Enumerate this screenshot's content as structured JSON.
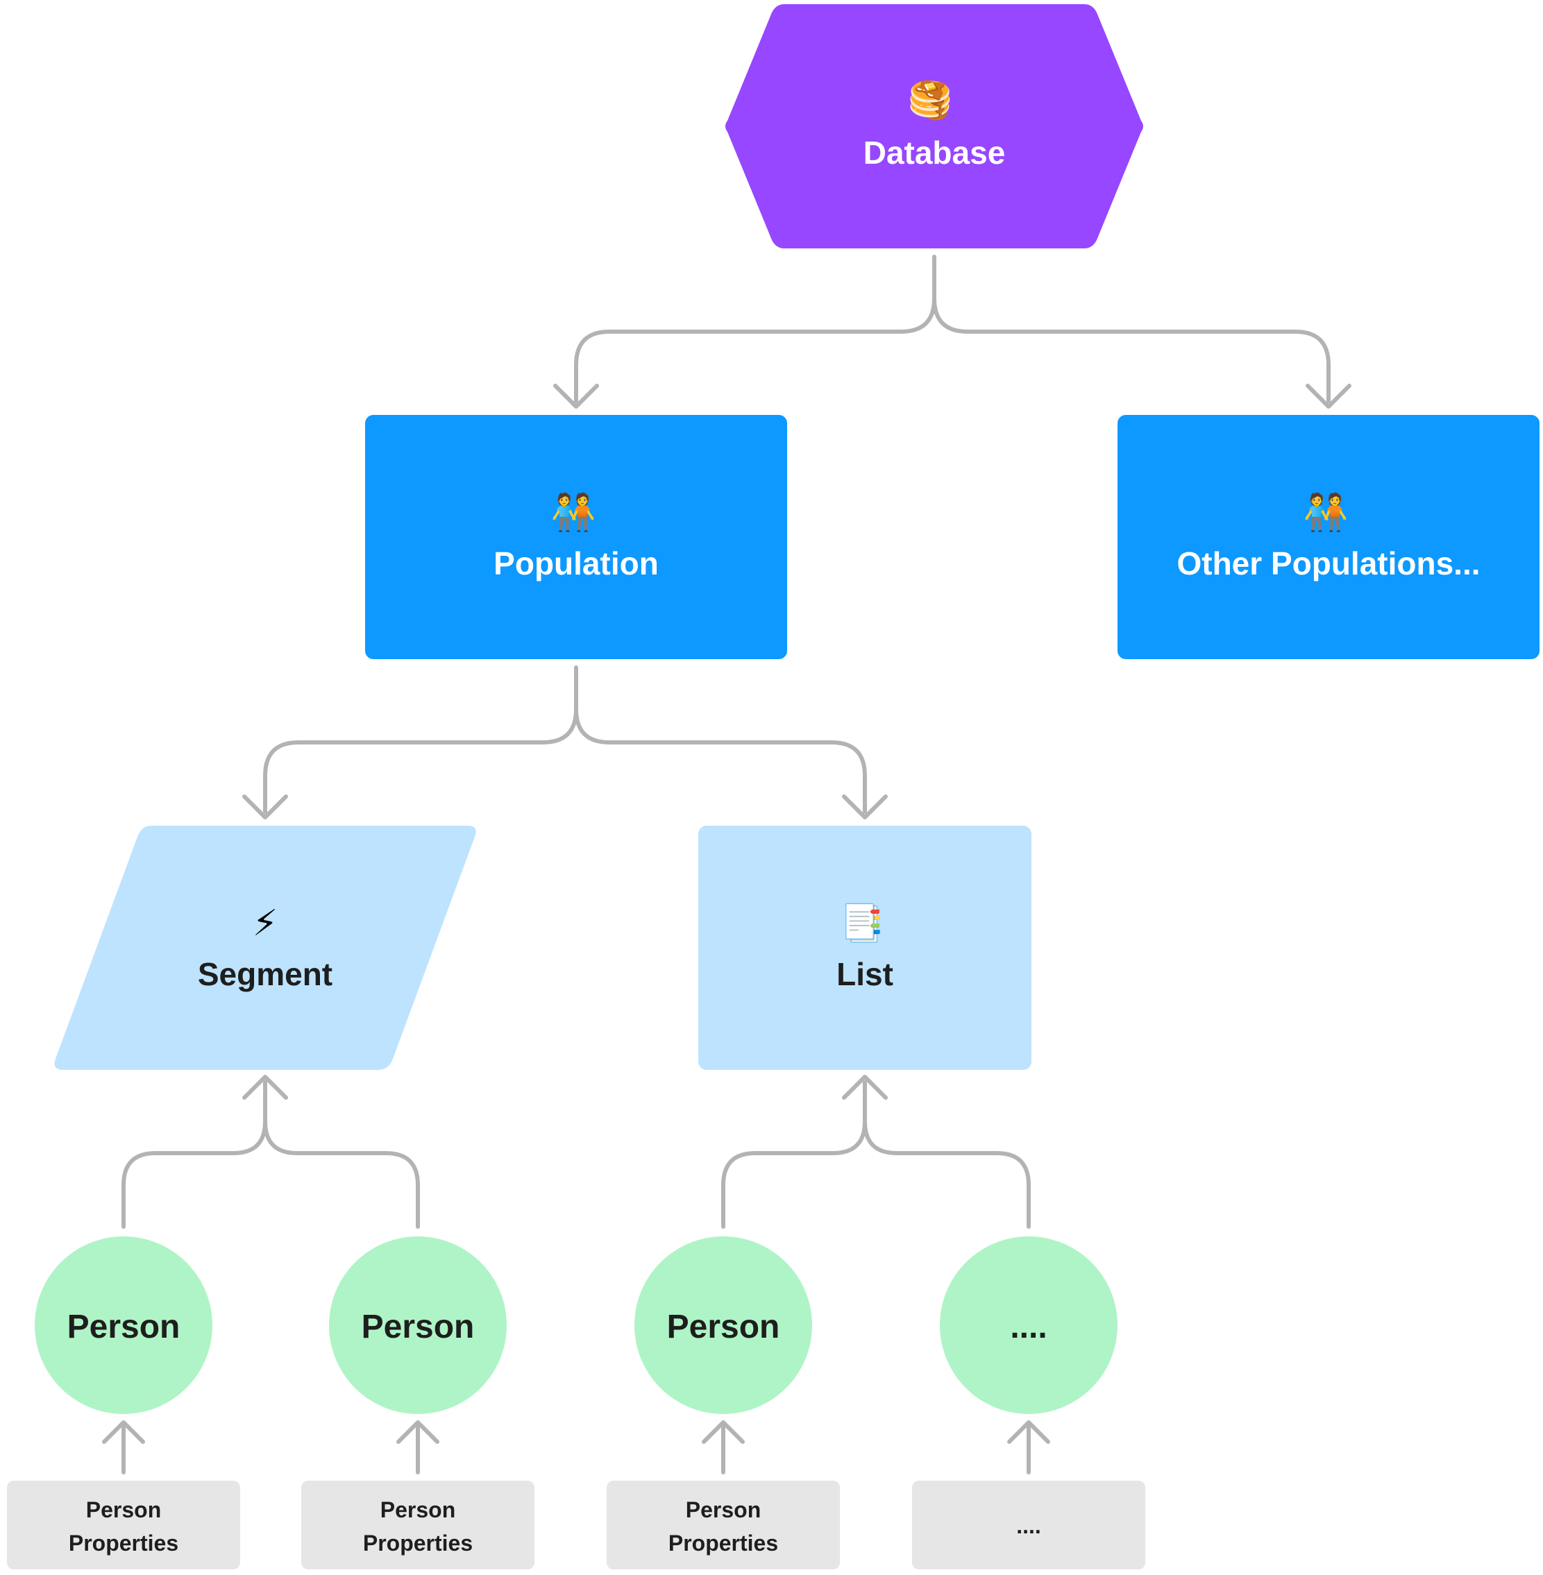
{
  "colors": {
    "database": "#9747ff",
    "population": "#0d99ff",
    "group": "#bde3ff",
    "person": "#aff4c6",
    "properties": "#e6e6e6",
    "connector": "#b3b3b3",
    "text_dark": "#1e1e1e",
    "text_light": "#ffffff"
  },
  "nodes": {
    "database": {
      "icon": "pancakes-icon",
      "glyph": "🥞",
      "label": "Database"
    },
    "population": {
      "icon": "people-holding-hands-icon",
      "glyph": "🧑‍🤝‍🧑",
      "label": "Population"
    },
    "other_populations": {
      "icon": "people-holding-hands-icon",
      "glyph": "🧑‍🤝‍🧑",
      "label": "Other Populations..."
    },
    "segment": {
      "icon": "lightning-icon",
      "glyph": "⚡",
      "label": "Segment"
    },
    "list": {
      "icon": "notebook-icon",
      "glyph": "📑",
      "label": "List"
    },
    "persons": [
      {
        "label": "Person"
      },
      {
        "label": "Person"
      },
      {
        "label": "Person"
      },
      {
        "label": "...."
      }
    ],
    "properties": [
      {
        "line1": "Person",
        "line2": "Properties"
      },
      {
        "line1": "Person",
        "line2": "Properties"
      },
      {
        "line1": "Person",
        "line2": "Properties"
      },
      {
        "line1": "....",
        "line2": ""
      }
    ]
  }
}
